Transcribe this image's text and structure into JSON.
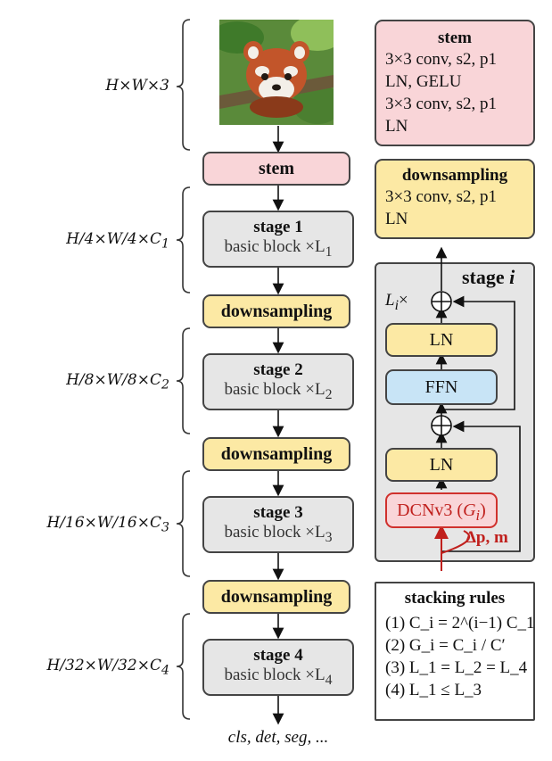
{
  "input_image": {
    "icon": "red-panda-photo"
  },
  "dims": {
    "input": "H×W×3",
    "stage1": "H/4×W/4×C",
    "stage1_sub": "1",
    "stage2": "H/8×W/8×C",
    "stage2_sub": "2",
    "stage3": "H/16×W/16×C",
    "stage3_sub": "3",
    "stage4": "H/32×W/32×C",
    "stage4_sub": "4"
  },
  "pipeline": {
    "stem": "stem",
    "downsampling": "downsampling",
    "stages": [
      {
        "title": "stage 1",
        "body": "basic block ×L",
        "sub": "1"
      },
      {
        "title": "stage 2",
        "body": "basic block ×L",
        "sub": "2"
      },
      {
        "title": "stage 3",
        "body": "basic block ×L",
        "sub": "3"
      },
      {
        "title": "stage 4",
        "body": "basic block ×L",
        "sub": "4"
      }
    ],
    "output": "cls, det, seg, ..."
  },
  "stem_detail": {
    "title": "stem",
    "lines": [
      "3×3 conv, s2, p1",
      "LN, GELU",
      "3×3 conv, s2, p1",
      "LN"
    ]
  },
  "down_detail": {
    "title": "downsampling",
    "lines": [
      "3×3 conv, s2, p1",
      "LN"
    ]
  },
  "stage_detail": {
    "title": "stage",
    "title_var": "i",
    "repeat": "L",
    "repeat_sub": "i",
    "repeat_suffix": "×",
    "ln": "LN",
    "ffn": "FFN",
    "dcn": "DCNv3 (",
    "dcn_var": "G",
    "dcn_sub": "i",
    "dcn_close": ")",
    "offset": "Δp, ",
    "mask": "m"
  },
  "rules": {
    "title": "stacking rules",
    "lines": [
      "(1) C_i = 2^(i−1) C_1",
      "(2) G_i = C_i / C′",
      "(3) L_1 = L_2 = L_4",
      "(4) L_1 ≤ L_3"
    ]
  },
  "colors": {
    "stem": "#f9d5d8",
    "downsampling": "#fce9a4",
    "stage": "#e6e6e6",
    "ffn": "#c8e4f6",
    "dcn_accent": "#d0312d"
  }
}
